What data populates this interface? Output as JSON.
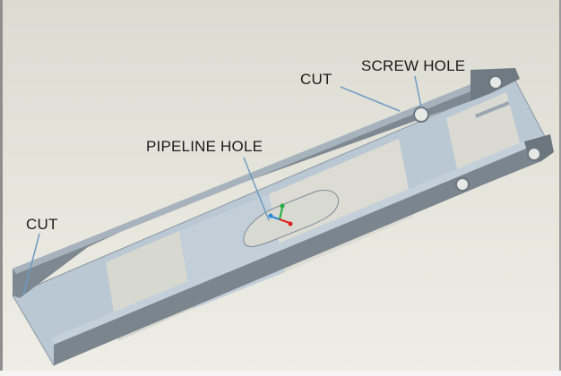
{
  "annotations": {
    "cut_top": "CUT",
    "screw_hole": "SCREW HOLE",
    "pipeline_hole": "PIPELINE HOLE",
    "cut_left": "CUT"
  },
  "colors": {
    "background": "#e3e2d9",
    "part_face": "#bccad5",
    "part_side": "#7c8790",
    "leader_line": "#6e9bc4",
    "axis_x": "#e02020",
    "axis_y": "#20b040",
    "axis_z": "#2a8ad8"
  }
}
